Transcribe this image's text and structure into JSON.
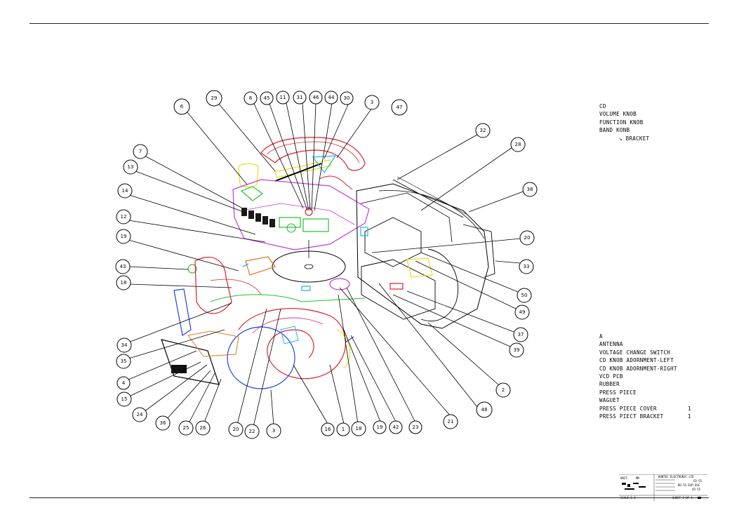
{
  "callouts": [
    "6",
    "29",
    "8",
    "45",
    "11",
    "31",
    "46",
    "44",
    "30",
    "3",
    "47",
    "7",
    "13",
    "14",
    "12",
    "19",
    "43",
    "18",
    "32",
    "28",
    "38",
    "20",
    "33",
    "50",
    "49",
    "37",
    "39",
    "2",
    "48",
    "34",
    "35",
    "4",
    "15",
    "24",
    "36",
    "25",
    "26",
    "20",
    "22",
    "3",
    "16",
    "1",
    "18",
    "19",
    "42",
    "23",
    "21"
  ],
  "legend_top": {
    "items": [
      "CD",
      "VOLUME KNOB",
      "FUNCTION KNOB",
      "BAND KONB",
      "↘ BRACKET"
    ]
  },
  "legend_bottom": {
    "items": [
      "A",
      "ANTENNA",
      "VOLTAGE CHANGE SWITCH",
      "CD KNOB ADORNMENT-LEFT",
      "CD KNOB ADORNMENT-RIGHT",
      "VCD PCB",
      "RUBBER",
      "PRESS PIECE",
      "WAGUET",
      "PRESS PIECE COVER",
      "PRESS PIECT BRACKET"
    ],
    "qty_1": "1",
    "qty_2": "1"
  },
  "title_block": {
    "unit": "UNIT:",
    "unit_val": "MM",
    "company": "HUNTEC ELECTRONIC LTD",
    "model_1": "CD-55",
    "drawing_no": "DD-55-EXP.DSC",
    "model_2": "CD-55",
    "scale": "SCALE:1:1",
    "sheet": "SHEET 1 OF 1"
  },
  "colors": {
    "red": "#e0202a",
    "magenta": "#c23bd4",
    "green": "#22c22a",
    "yellow": "#e8e020",
    "cyan": "#20b8e0",
    "blue": "#2040e0",
    "orange": "#e07820",
    "pink": "#e03a7a",
    "black": "#000000"
  }
}
